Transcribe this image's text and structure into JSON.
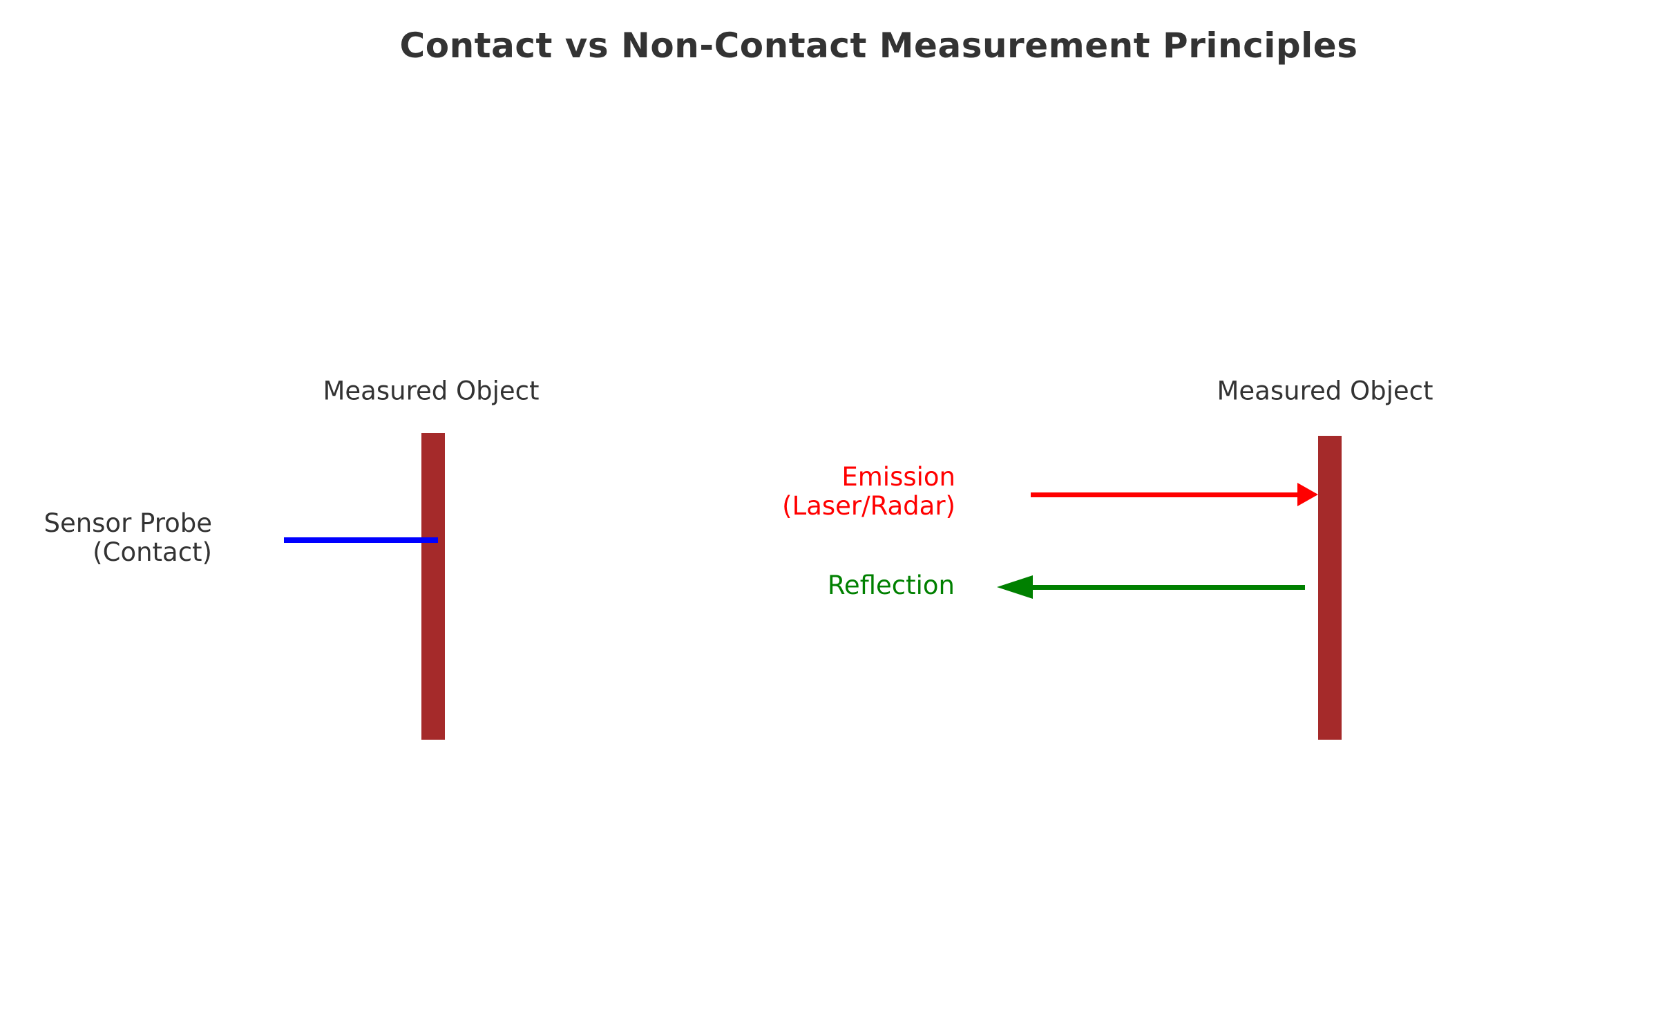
{
  "title": "Contact vs Non-Contact Measurement Principles",
  "colors": {
    "background": "#FFFFFF",
    "text": "#333333",
    "bar": "#A52A2A",
    "probe": "#0000FF",
    "emission": "#FF0000",
    "reflection": "#008000"
  },
  "left_diagram": {
    "object_label": "Measured Object",
    "probe_label": "Sensor Probe\n(Contact)"
  },
  "right_diagram": {
    "object_label": "Measured Object",
    "emission_label": "Emission\n(Laser/Radar)",
    "reflection_label": "Reflection"
  }
}
